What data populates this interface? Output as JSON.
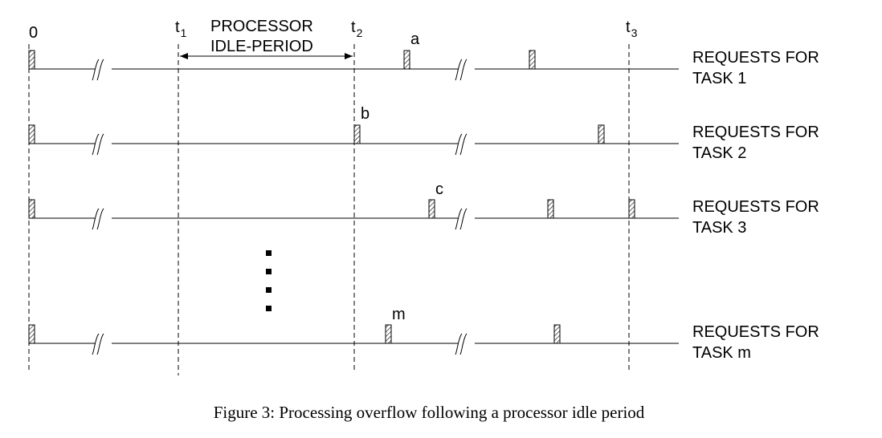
{
  "markers": [
    {
      "id": "m0",
      "letter": "0",
      "sub": ""
    },
    {
      "id": "t1",
      "letter": "t",
      "sub": "1"
    },
    {
      "id": "t2",
      "letter": "t",
      "sub": "2"
    },
    {
      "id": "t3",
      "letter": "t",
      "sub": "3"
    }
  ],
  "idle_label": {
    "line1": "PROCESSOR",
    "line2": "IDLE-PERIOD"
  },
  "tasks": [
    {
      "id": "1",
      "line1": "REQUESTS FOR",
      "line2": "TASK 1",
      "request_label": "a"
    },
    {
      "id": "2",
      "line1": "REQUESTS FOR",
      "line2": "TASK 2",
      "request_label": "b"
    },
    {
      "id": "3",
      "line1": "REQUESTS FOR",
      "line2": "TASK 3",
      "request_label": "c"
    },
    {
      "id": "m",
      "line1": "REQUESTS FOR",
      "line2": "TASK m",
      "request_label": "m"
    }
  ],
  "caption": "Figure 3: Processing overflow following a processor idle period"
}
